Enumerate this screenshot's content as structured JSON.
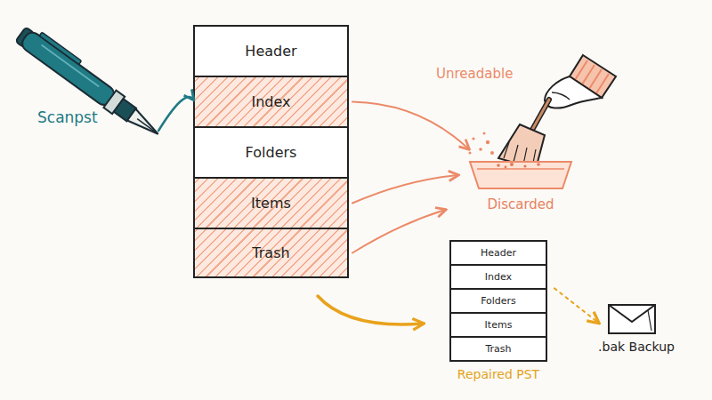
{
  "diagram": {
    "nodes": [
      {
        "text": [
          "Scanpst"
        ]
      },
      {
        "text": [
          "Header"
        ]
      },
      {
        "text": [
          "Index"
        ]
      },
      {
        "text": [
          "Folders"
        ]
      },
      {
        "text": [
          "Items"
        ]
      },
      {
        "text": [
          "Trash"
        ]
      },
      {
        "text": [
          "Discarded"
        ]
      },
      {
        "text": [
          "Repaired PST"
        ]
      },
      {
        "text": [
          "Header"
        ],
        "in": 7
      },
      {
        "text": [
          "Index"
        ],
        "in": 7
      },
      {
        "text": [
          "Folders"
        ],
        "in": 7
      },
      {
        "text": [
          "Items"
        ],
        "in": 7
      },
      {
        "text": [
          "Trash"
        ],
        "in": 7
      },
      {
        "text": [
          ".bak Backup"
        ]
      }
    ],
    "edges": [
      {
        "from": 0,
        "to": 2,
        "arrow": "to"
      },
      {
        "from": 2,
        "to": 6,
        "arrow": "to"
      },
      {
        "from": 4,
        "to": 6,
        "arrow": "to"
      },
      {
        "from": 5,
        "to": 6,
        "arrow": "to"
      },
      {
        "from": 5,
        "to": 7,
        "arrow": "to"
      },
      {
        "from": 7,
        "to": 13,
        "arrow": "to"
      }
    ],
    "labels": [
      "Unreadable"
    ]
  }
}
